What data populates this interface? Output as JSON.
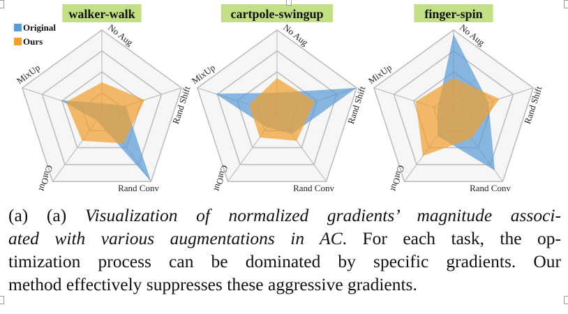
{
  "chart_data": [
    {
      "type": "radar",
      "title": "walker-walk",
      "axes": [
        "No Aug",
        "Rand Shift",
        "Rand Conv",
        "CutOut",
        "MixUp"
      ],
      "rlim": [
        0,
        4
      ],
      "grid": true,
      "series": [
        {
          "name": "Original",
          "values": [
            0.5,
            1.2,
            4.0,
            0.4,
            2.1
          ]
        },
        {
          "name": "Ours",
          "values": [
            1.5,
            2.15,
            1.75,
            1.6,
            1.8
          ]
        }
      ]
    },
    {
      "type": "radar",
      "title": "cartpole-swingup",
      "axes": [
        "No Aug",
        "Rand Shift",
        "Rand Conv",
        "CutOut",
        "MixUp"
      ],
      "rlim": [
        0,
        4
      ],
      "grid": true,
      "series": [
        {
          "name": "Original",
          "values": [
            1.0,
            4.0,
            1.2,
            0.8,
            3.1
          ]
        },
        {
          "name": "Ours",
          "values": [
            1.7,
            1.9,
            1.6,
            1.4,
            1.4
          ]
        }
      ]
    },
    {
      "type": "radar",
      "title": "finger-spin",
      "axes": [
        "No Aug",
        "Rand Shift",
        "Rand Conv",
        "CutOut",
        "MixUp"
      ],
      "rlim": [
        0,
        4
      ],
      "grid": true,
      "series": [
        {
          "name": "Original",
          "values": [
            3.8,
            1.75,
            3.35,
            1.3,
            0.8
          ]
        },
        {
          "name": "Ours",
          "values": [
            1.7,
            2.3,
            1.45,
            2.5,
            1.9
          ]
        }
      ]
    }
  ],
  "legend": {
    "placement": "top-left",
    "items": [
      {
        "label": "Original",
        "color": "#5b9bd5"
      },
      {
        "label": "Ours",
        "color": "#f0a030"
      }
    ]
  },
  "colors": {
    "title_bg": "#c3df85",
    "grid_fill": "#f6f6f6",
    "grid_stroke": "#bdbdbd"
  },
  "caption": {
    "lines": [
      {
        "plain": "(a) (a) ",
        "italic": "Visualization of normalized gradients’ magnitude associ-",
        "rest": ""
      },
      {
        "plain": "",
        "italic": "ated with various augmentations in AC",
        "rest": ". For each task, the op-"
      },
      {
        "plain": "timization process can be dominated by specific gradients.  Our",
        "italic": "",
        "rest": ""
      },
      {
        "plain": "method effectively suppresses these aggressive gradients.",
        "italic": "",
        "rest": ""
      }
    ]
  }
}
